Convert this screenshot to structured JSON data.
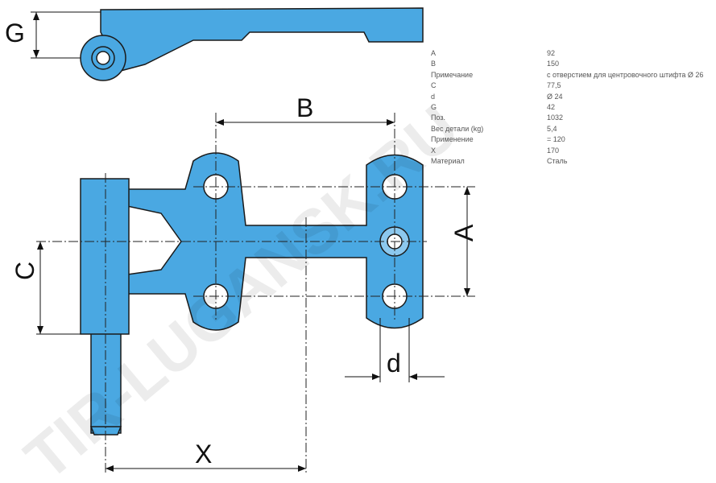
{
  "drawing": {
    "labels": {
      "A": "A",
      "B": "B",
      "C": "C",
      "d": "d",
      "G": "G",
      "X": "X"
    },
    "part_color": "#4aa8e2",
    "watermark": "TIR-LUGANSK.RU"
  },
  "specs": [
    {
      "key": "A",
      "value": "92"
    },
    {
      "key": "B",
      "value": "150"
    },
    {
      "key": "Примечание",
      "value": "с отверстием для центровочного штифта Ø 26"
    },
    {
      "key": "C",
      "value": "77,5"
    },
    {
      "key": "d",
      "value": "Ø 24"
    },
    {
      "key": "G",
      "value": "42"
    },
    {
      "key": "Поз.",
      "value": "1032"
    },
    {
      "key": "Вес детали (kg)",
      "value": "5,4"
    },
    {
      "key": "Применение",
      "value": "= 120"
    },
    {
      "key": "X",
      "value": "170"
    },
    {
      "key": "Материал",
      "value": "Сталь"
    }
  ]
}
